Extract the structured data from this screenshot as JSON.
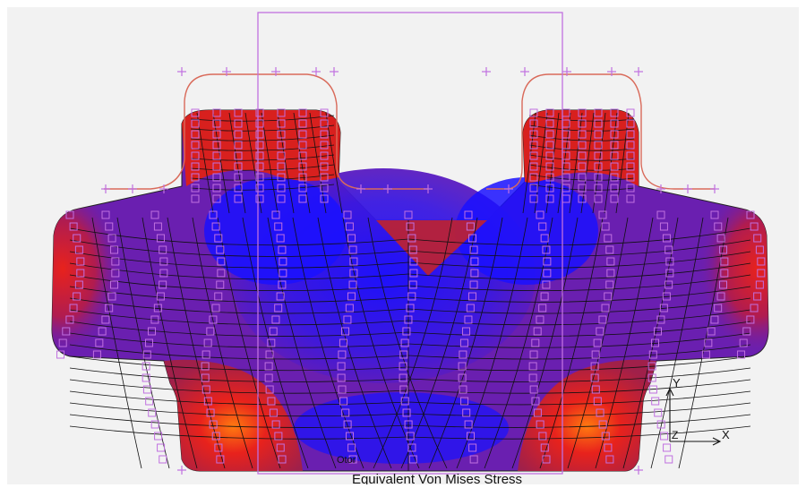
{
  "result_label": "Equivalent Von Mises Stress",
  "time_label": "Otor",
  "axes": {
    "x_label": "X",
    "y_label": "Y",
    "z_label": "Z"
  },
  "colors": {
    "background": "#f2f2f2",
    "outline": "#c070e0",
    "die_curve": "#d96a5a",
    "mesh": "#111111",
    "stress_low": "#1a10ff",
    "stress_mid": "#6a1fb0",
    "stress_high": "#e8221c",
    "stress_peak": "#ff7a10"
  }
}
